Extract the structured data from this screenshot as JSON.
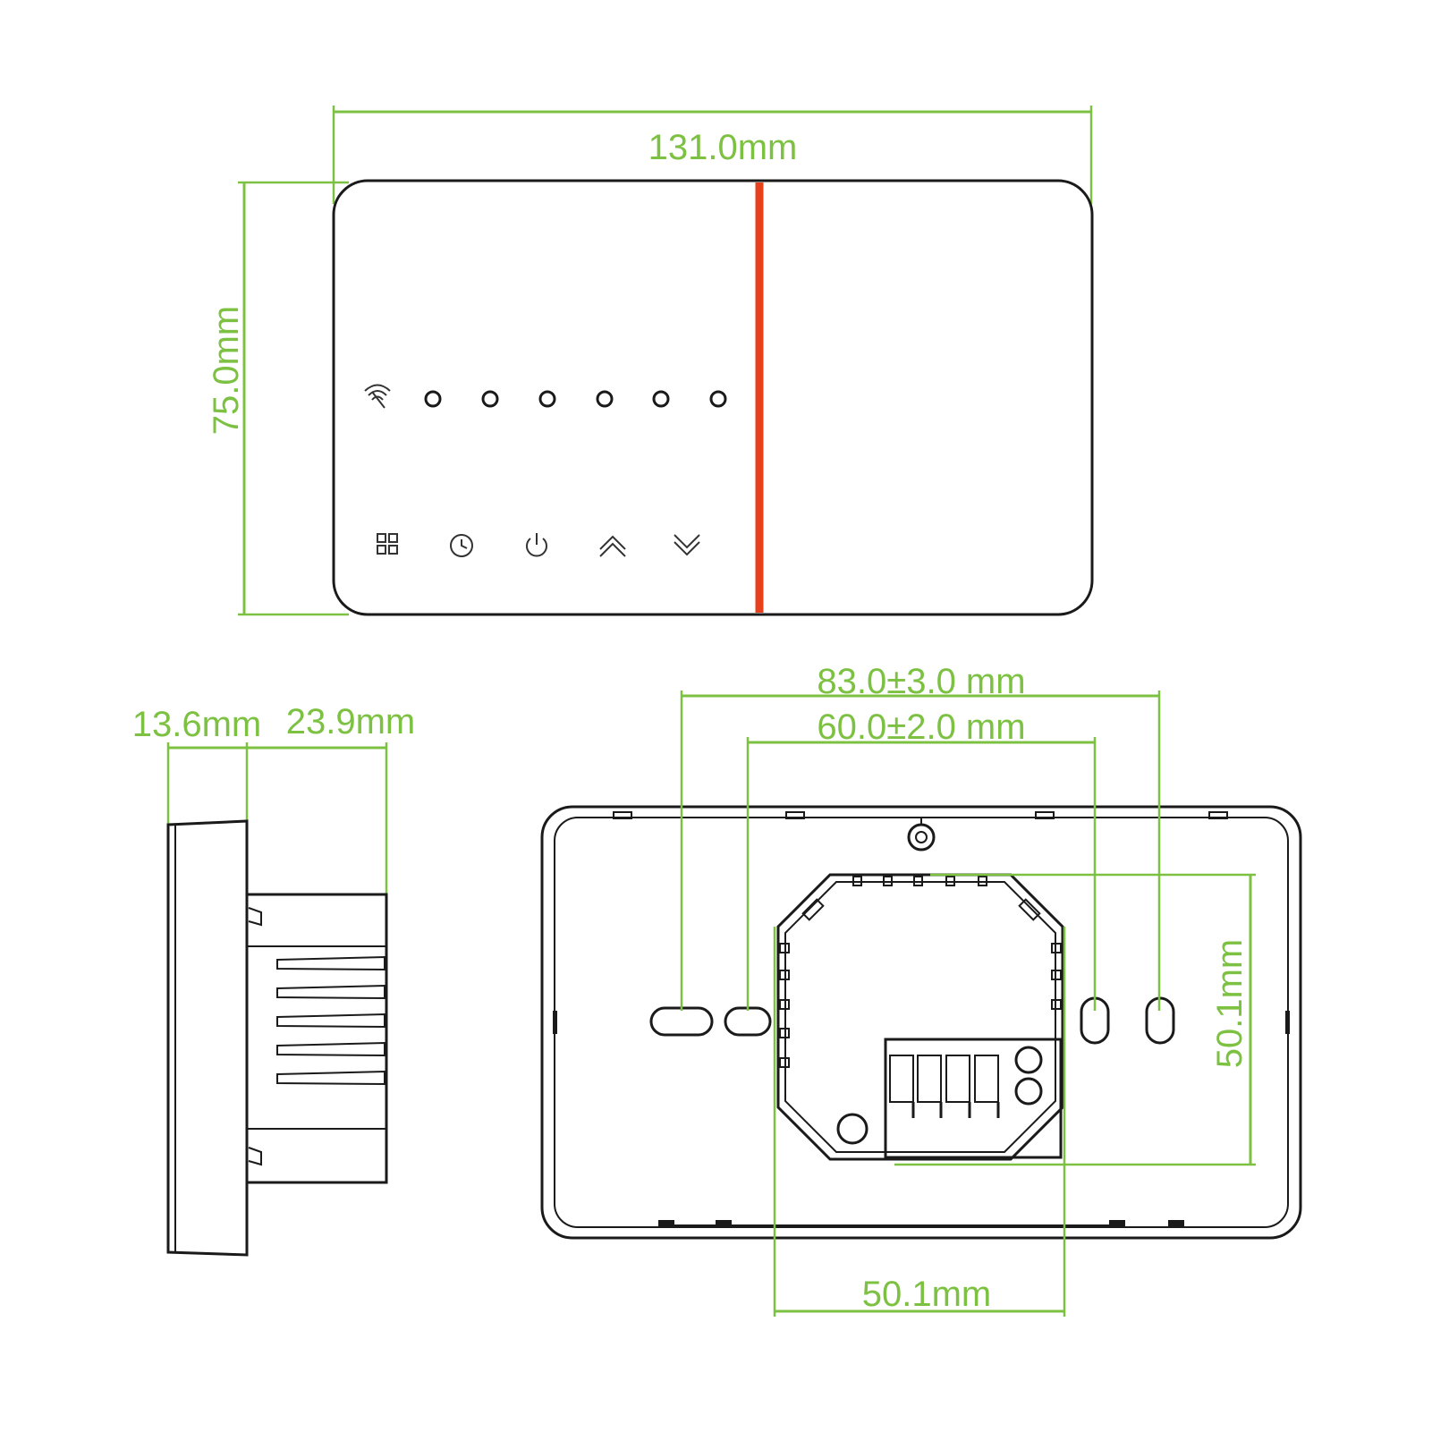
{
  "dimensions": {
    "front_width": "131.0mm",
    "front_height": "75.0mm",
    "side_front_depth": "13.6mm",
    "side_back_depth": "23.9mm",
    "screw_outer_spacing": "83.0±3.0 mm",
    "screw_inner_spacing": "60.0±2.0 mm",
    "module_height": "50.1mm",
    "module_width": "50.1mm"
  },
  "colors": {
    "dimension": "#7dc143",
    "outline": "#1a1a1a",
    "divider": "#e8401c"
  },
  "front_panel": {
    "indicator_count": 6,
    "icons": [
      "wifi-icon",
      "menu-grid-icon",
      "clock-icon",
      "power-icon",
      "chevron-up-icon",
      "chevron-down-icon"
    ]
  }
}
